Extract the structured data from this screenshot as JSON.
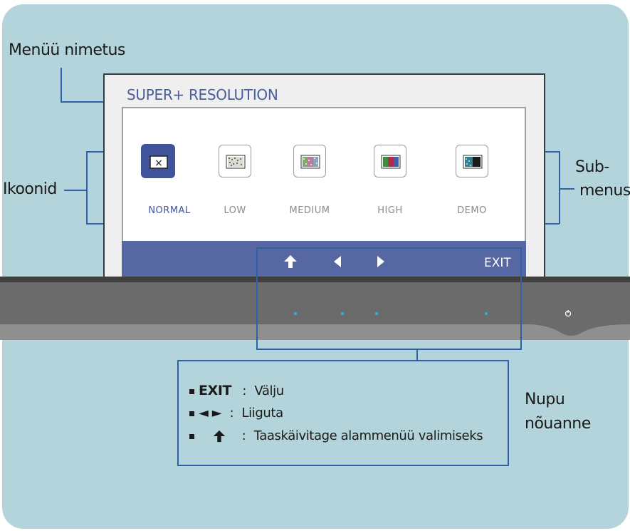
{
  "callouts": {
    "menu_name": "Menüü nimetus",
    "icons": "Ikoonid",
    "submenus_line1": "Sub-",
    "submenus_line2": "menus",
    "button_tip_line1": "Nupu",
    "button_tip_line2": "nõuanne"
  },
  "osd": {
    "title": "SUPER+ RESOLUTION",
    "options": [
      {
        "label": "NORMAL",
        "icon": "x-icon",
        "selected": true
      },
      {
        "label": "LOW",
        "icon": "low-pattern-icon",
        "selected": false
      },
      {
        "label": "MEDIUM",
        "icon": "medium-pattern-icon",
        "selected": false
      },
      {
        "label": "HIGH",
        "icon": "high-pattern-icon",
        "selected": false
      },
      {
        "label": "DEMO",
        "icon": "demo-pattern-icon",
        "selected": false
      }
    ],
    "bar": {
      "up_icon": "return-up-arrow-icon",
      "left_icon": "left-triangle-icon",
      "right_icon": "right-triangle-icon",
      "exit_label": "EXIT"
    }
  },
  "guide": {
    "exit_key": "EXIT",
    "exit_sep": ":",
    "exit_desc": "Välju",
    "move_keys": "◄ ►",
    "move_sep": ":",
    "move_desc": "Liiguta",
    "restart_sep": ":",
    "restart_desc": "Taaskäivitage alammenüü valimiseks"
  },
  "colors": {
    "background_panel": "#b3d4da",
    "accent_blue": "#2e62a8",
    "osd_selected": "#41549b",
    "osd_bar": "#5767a2",
    "led": "#2ab6e8"
  }
}
